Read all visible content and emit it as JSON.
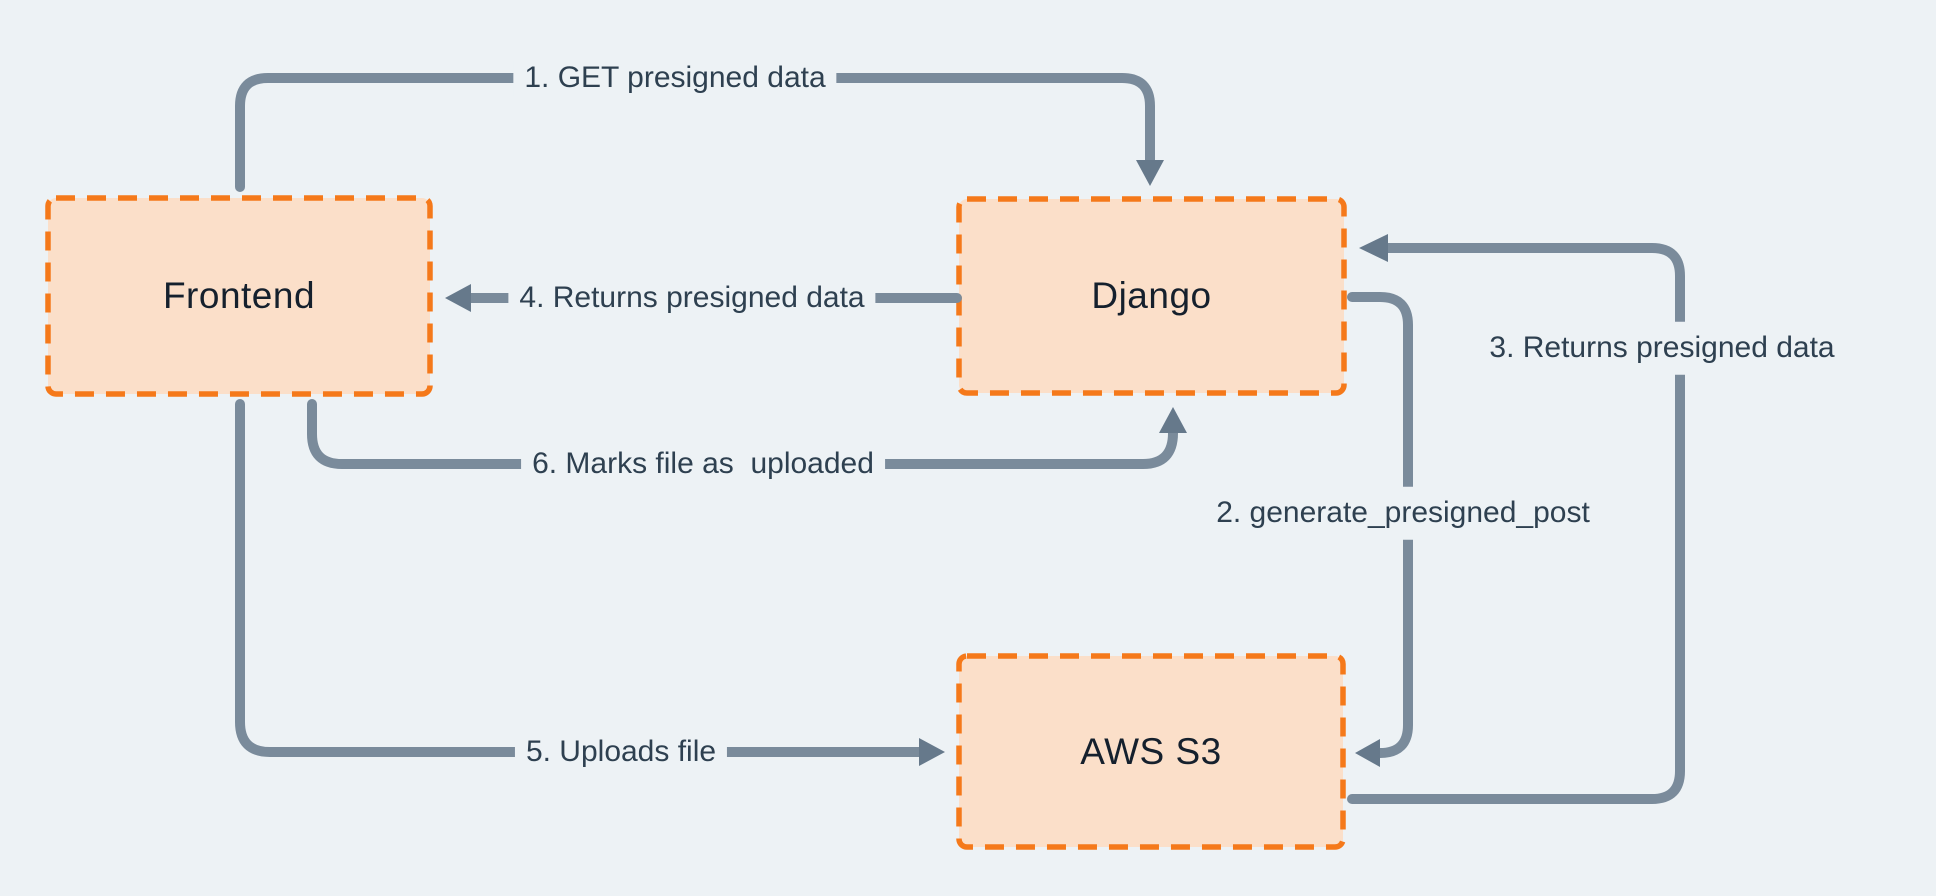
{
  "diagram": {
    "nodes": [
      {
        "id": "frontend",
        "label": "Frontend"
      },
      {
        "id": "django",
        "label": "Django"
      },
      {
        "id": "aws-s3",
        "label": "AWS S3"
      }
    ],
    "edges": [
      {
        "order": 1,
        "label": "1. GET presigned data",
        "from": "frontend",
        "to": "django"
      },
      {
        "order": 2,
        "label": "2. generate_presigned_post",
        "from": "django",
        "to": "aws-s3"
      },
      {
        "order": 3,
        "label": "3. Returns presigned data",
        "from": "aws-s3",
        "to": "django"
      },
      {
        "order": 4,
        "label": "4. Returns presigned data",
        "from": "django",
        "to": "frontend"
      },
      {
        "order": 5,
        "label": "5. Uploads file",
        "from": "frontend",
        "to": "aws-s3"
      },
      {
        "order": 6,
        "label": "6. Marks file as  uploaded",
        "from": "frontend",
        "to": "django"
      }
    ],
    "colors": {
      "background": "#edf2f5",
      "node_fill": "#fbdfc9",
      "node_border": "#f5791a",
      "arrow_line": "#7a8b9b",
      "arrow_head": "#66798b",
      "edge_label_text": "#2e4050",
      "node_label_text": "#15202d"
    }
  }
}
